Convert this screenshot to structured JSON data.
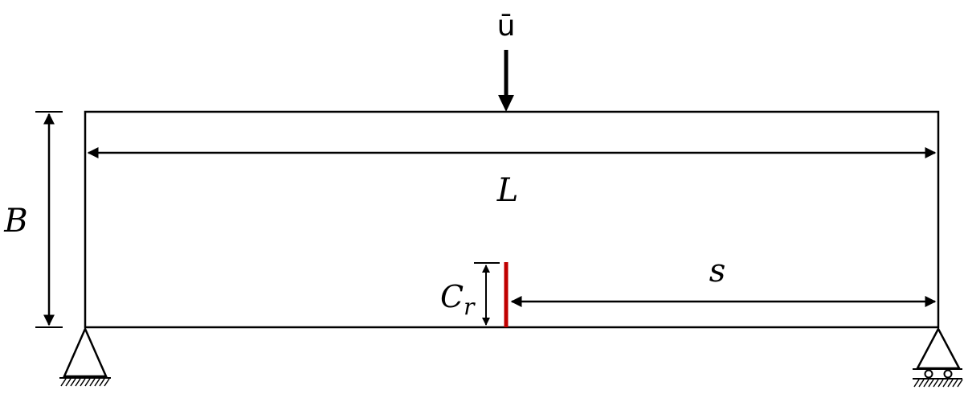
{
  "labels": {
    "load": "ū",
    "length": "L",
    "depth": "B",
    "notch_base": "C",
    "notch_sub": "r",
    "span": "s"
  },
  "colors": {
    "line": "#000000",
    "notch": "#c00000",
    "background": "#ffffff"
  },
  "icons": {
    "load_arrow": "arrow-down-icon",
    "pin_support": "pin-support-icon",
    "roller_support": "roller-support-icon",
    "ground_hatch": "ground-hatch-icon"
  }
}
